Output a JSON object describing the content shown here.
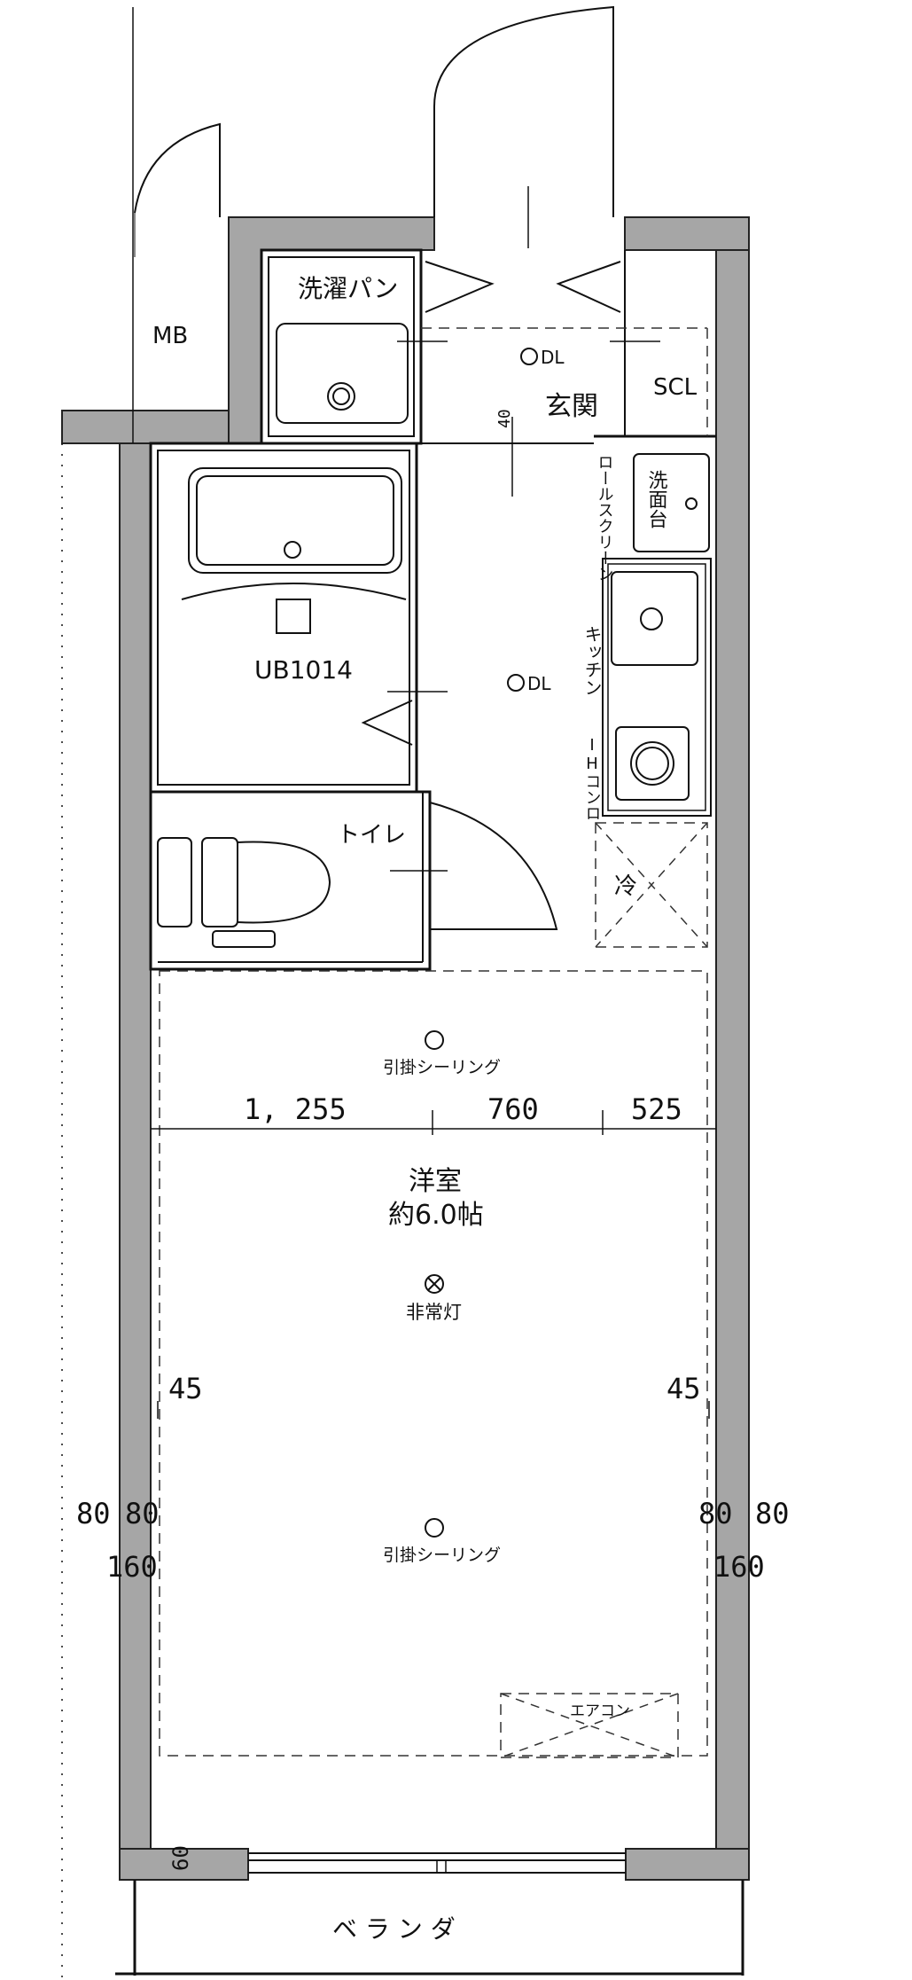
{
  "rooms": {
    "washer_pan": "洗濯パン",
    "mb": "MB",
    "entrance": "玄関",
    "scl": "SCL",
    "roll_screen": "ロールスクリーン",
    "washbasin": "洗面台",
    "kitchen": "キッチン",
    "ih_stove": "IHコンロ",
    "fridge": "冷",
    "bath": "UB1014",
    "toilet": "トイレ",
    "western_room": "洋室",
    "room_size": "約6.0帖",
    "veranda": "ベ ラ ン ダ"
  },
  "fixtures": {
    "dl_entrance": "DL",
    "dl_hall": "DL",
    "ceiling_1": "引掛シーリング",
    "ceiling_2": "引掛シーリング",
    "emergency": "非常灯",
    "aircon": "エアコン"
  },
  "dimensions": {
    "d1255": "1, 255",
    "d760": "760",
    "d525": "525",
    "d45_left": "45",
    "d45_right": "45",
    "d80_l1": "80",
    "d80_l2": "80",
    "d160_left": "160",
    "d80_r1": "80",
    "d80_r2": "80",
    "d160_right": "160",
    "d40": "40",
    "d60": "60"
  }
}
